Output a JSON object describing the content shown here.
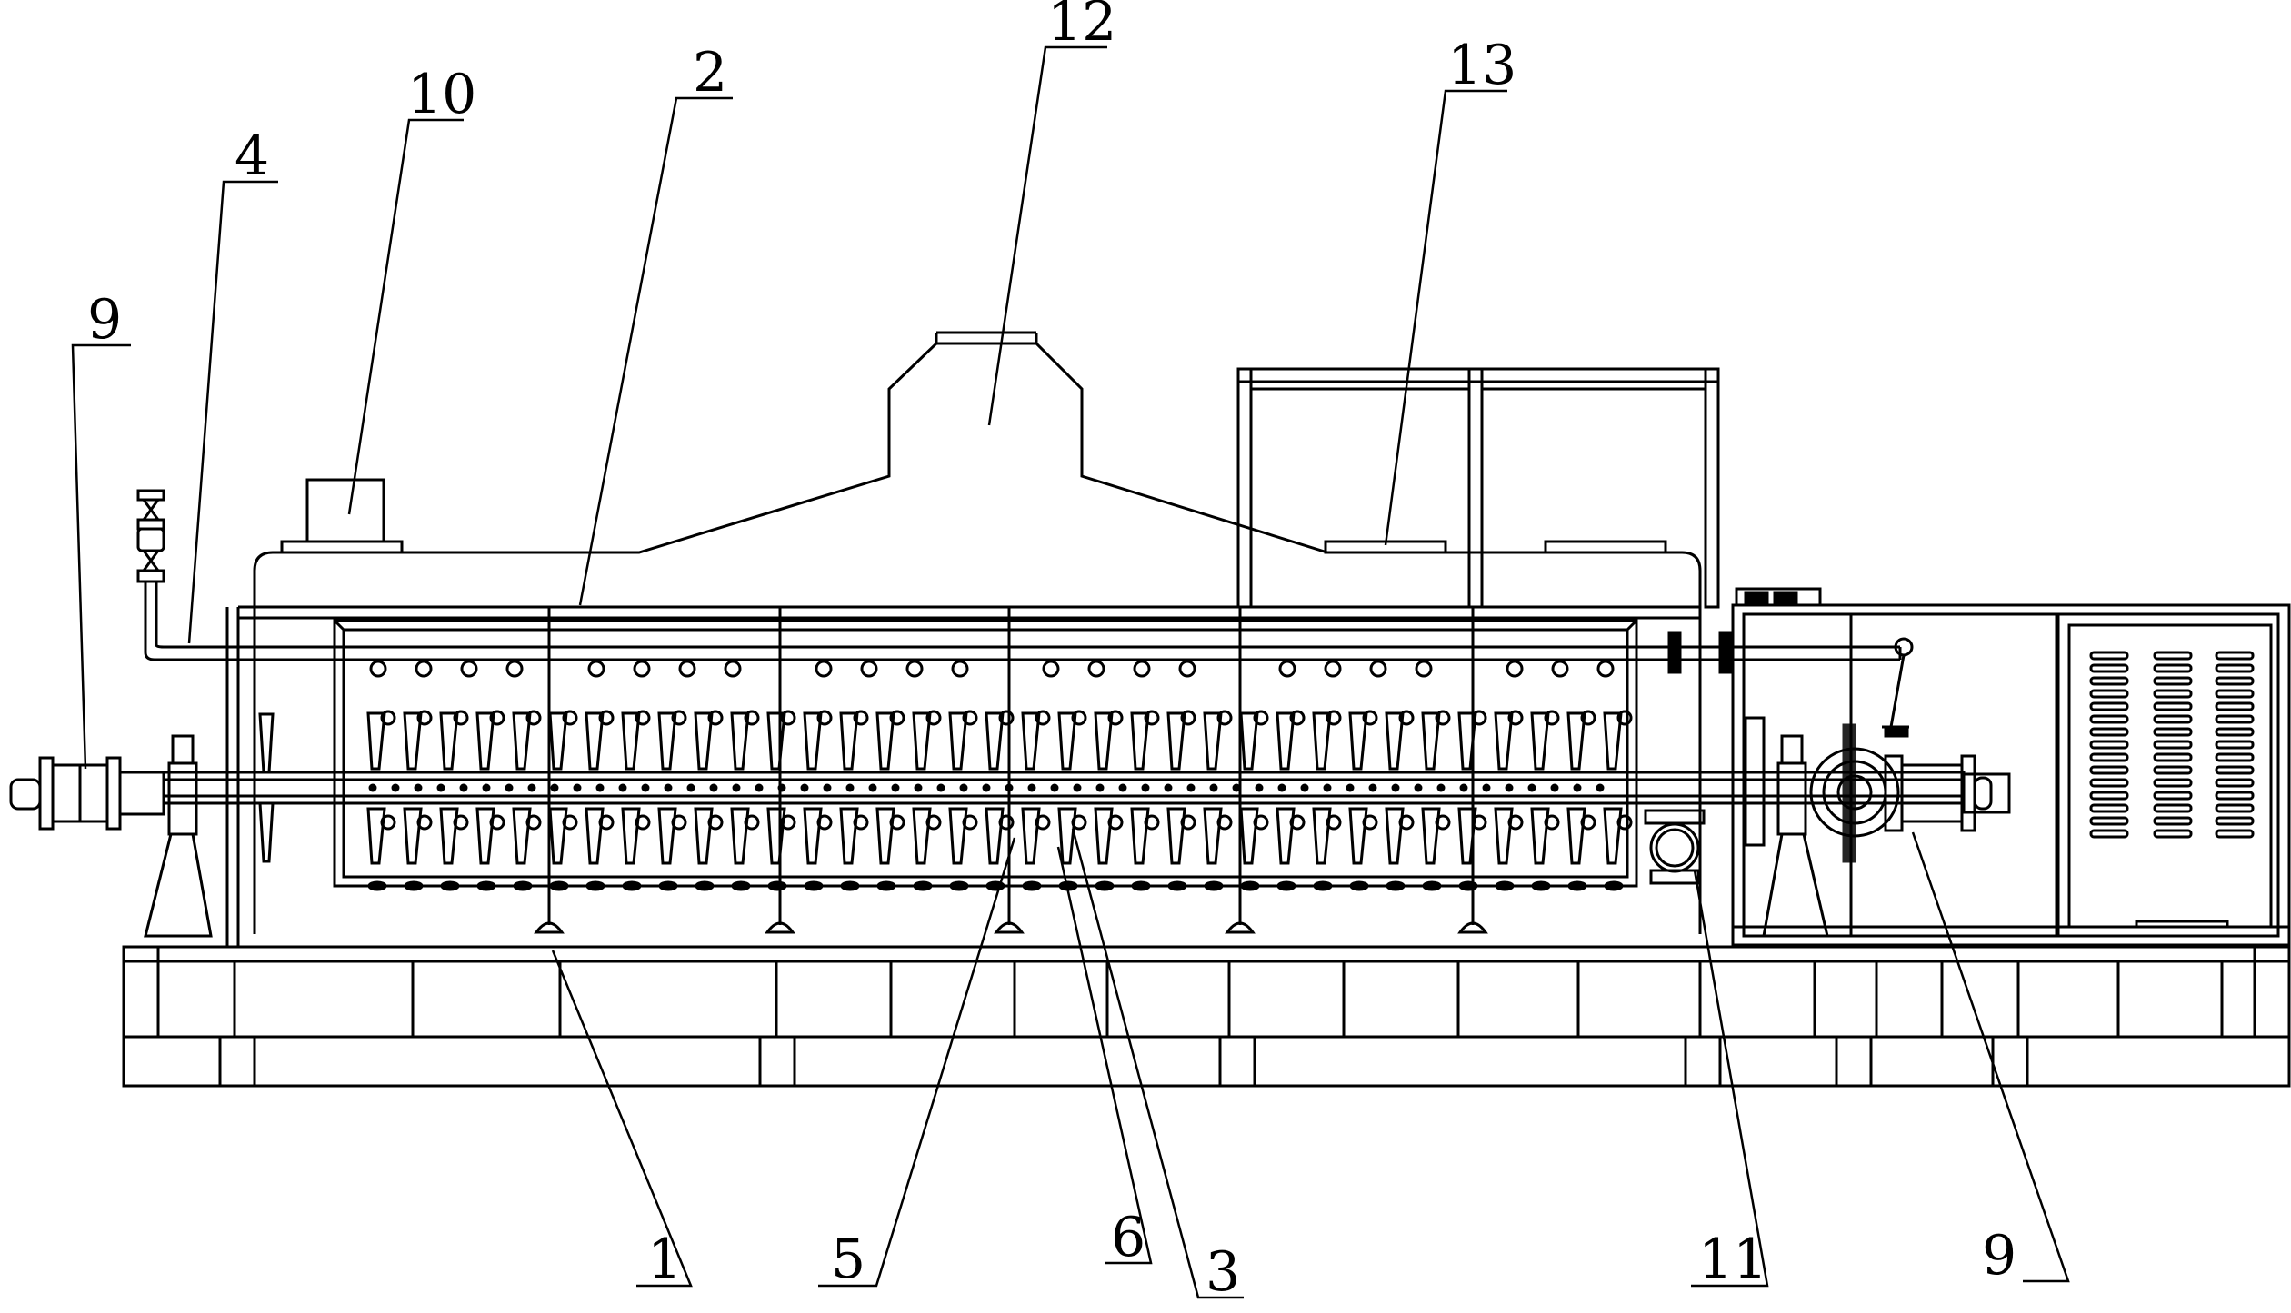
{
  "colors": {
    "background": "#ffffff",
    "line": "#000000"
  },
  "callouts": [
    {
      "id": "callout-1",
      "label": "1",
      "refers_to": "frame-base"
    },
    {
      "id": "callout-2",
      "label": "2",
      "refers_to": "vessel-shell"
    },
    {
      "id": "callout-3",
      "label": "3",
      "refers_to": "paddle"
    },
    {
      "id": "callout-4",
      "label": "4",
      "refers_to": "heating-pipe"
    },
    {
      "id": "callout-5",
      "label": "5",
      "refers_to": "bearing-support"
    },
    {
      "id": "callout-6",
      "label": "6",
      "refers_to": "main-shaft"
    },
    {
      "id": "callout-9-left",
      "label": "9",
      "refers_to": "rotary-joint-left"
    },
    {
      "id": "callout-9-right",
      "label": "9",
      "refers_to": "rotary-joint-right"
    },
    {
      "id": "callout-10",
      "label": "10",
      "refers_to": "top-port"
    },
    {
      "id": "callout-11",
      "label": "11",
      "refers_to": "discharge-port"
    },
    {
      "id": "callout-12",
      "label": "12",
      "refers_to": "exhaust-hood"
    },
    {
      "id": "callout-13",
      "label": "13",
      "refers_to": "manhole-cover"
    }
  ]
}
